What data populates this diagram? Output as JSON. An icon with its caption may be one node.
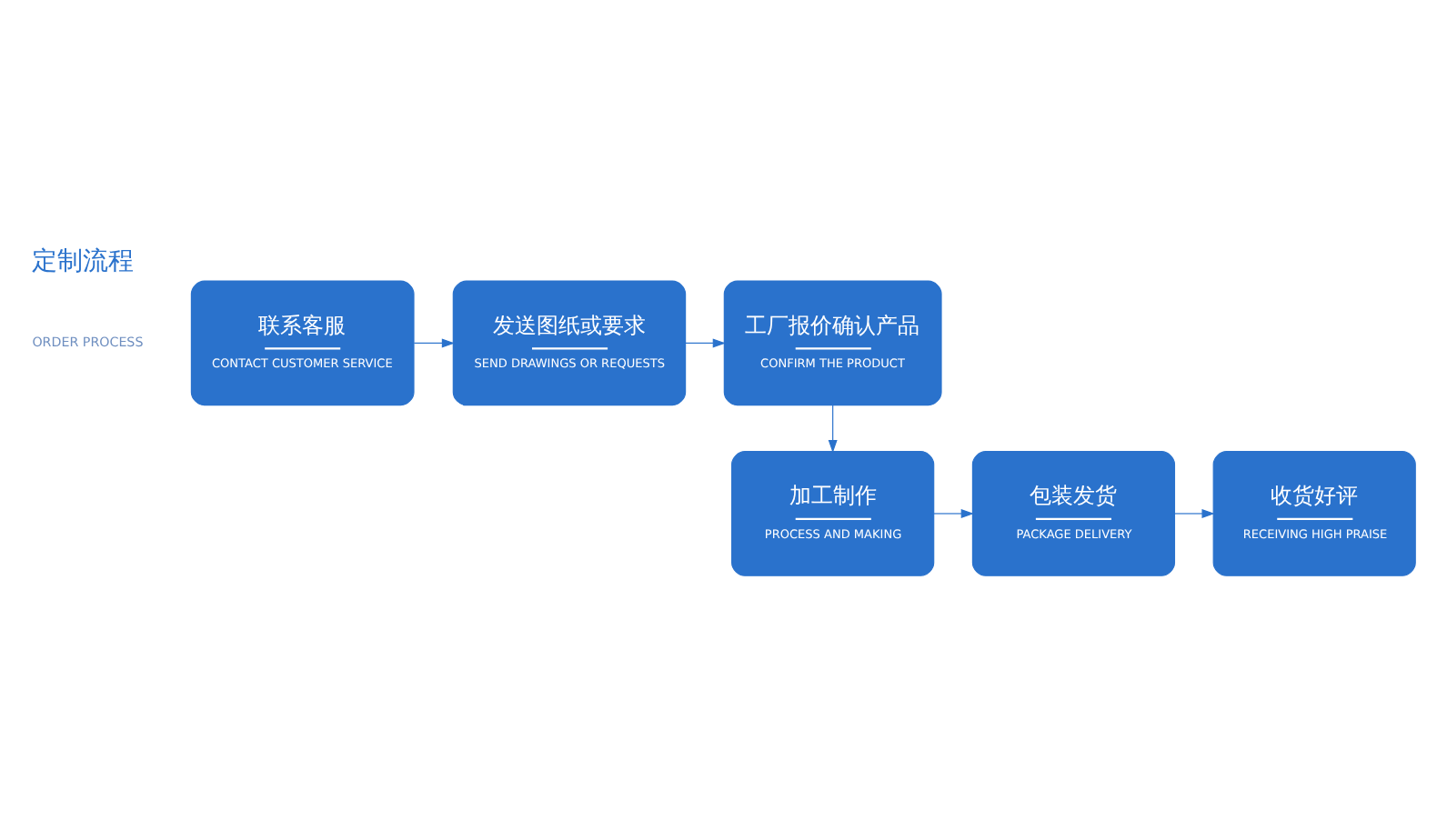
{
  "diagram": {
    "title": "定制流程",
    "nodes": [
      {
        "text": [
          "联系客服",
          "CONTACT CUSTOMER SERVICE"
        ]
      },
      {
        "text": [
          "发送图纸或要求",
          "SEND DRAWINGS OR REQUESTS"
        ]
      },
      {
        "text": [
          "工厂报价确认产品",
          "CONFIRM THE PRODUCT"
        ]
      },
      {
        "text": [
          "加工制作",
          "PROCESS AND MAKING"
        ]
      },
      {
        "text": [
          "包装发货",
          "PACKAGE DELIVERY"
        ]
      },
      {
        "text": [
          "收货好评",
          "RECEIVING HIGH PRAISE"
        ]
      }
    ],
    "edges": [
      {
        "from": 0,
        "to": 1,
        "arrow": "to"
      },
      {
        "from": 1,
        "to": 2,
        "arrow": "to"
      },
      {
        "from": 2,
        "to": 3,
        "arrow": "to"
      },
      {
        "from": 3,
        "to": 4,
        "arrow": "to"
      },
      {
        "from": 4,
        "to": 5,
        "arrow": "to"
      }
    ],
    "labels": [
      "ORDER PROCESS"
    ]
  }
}
